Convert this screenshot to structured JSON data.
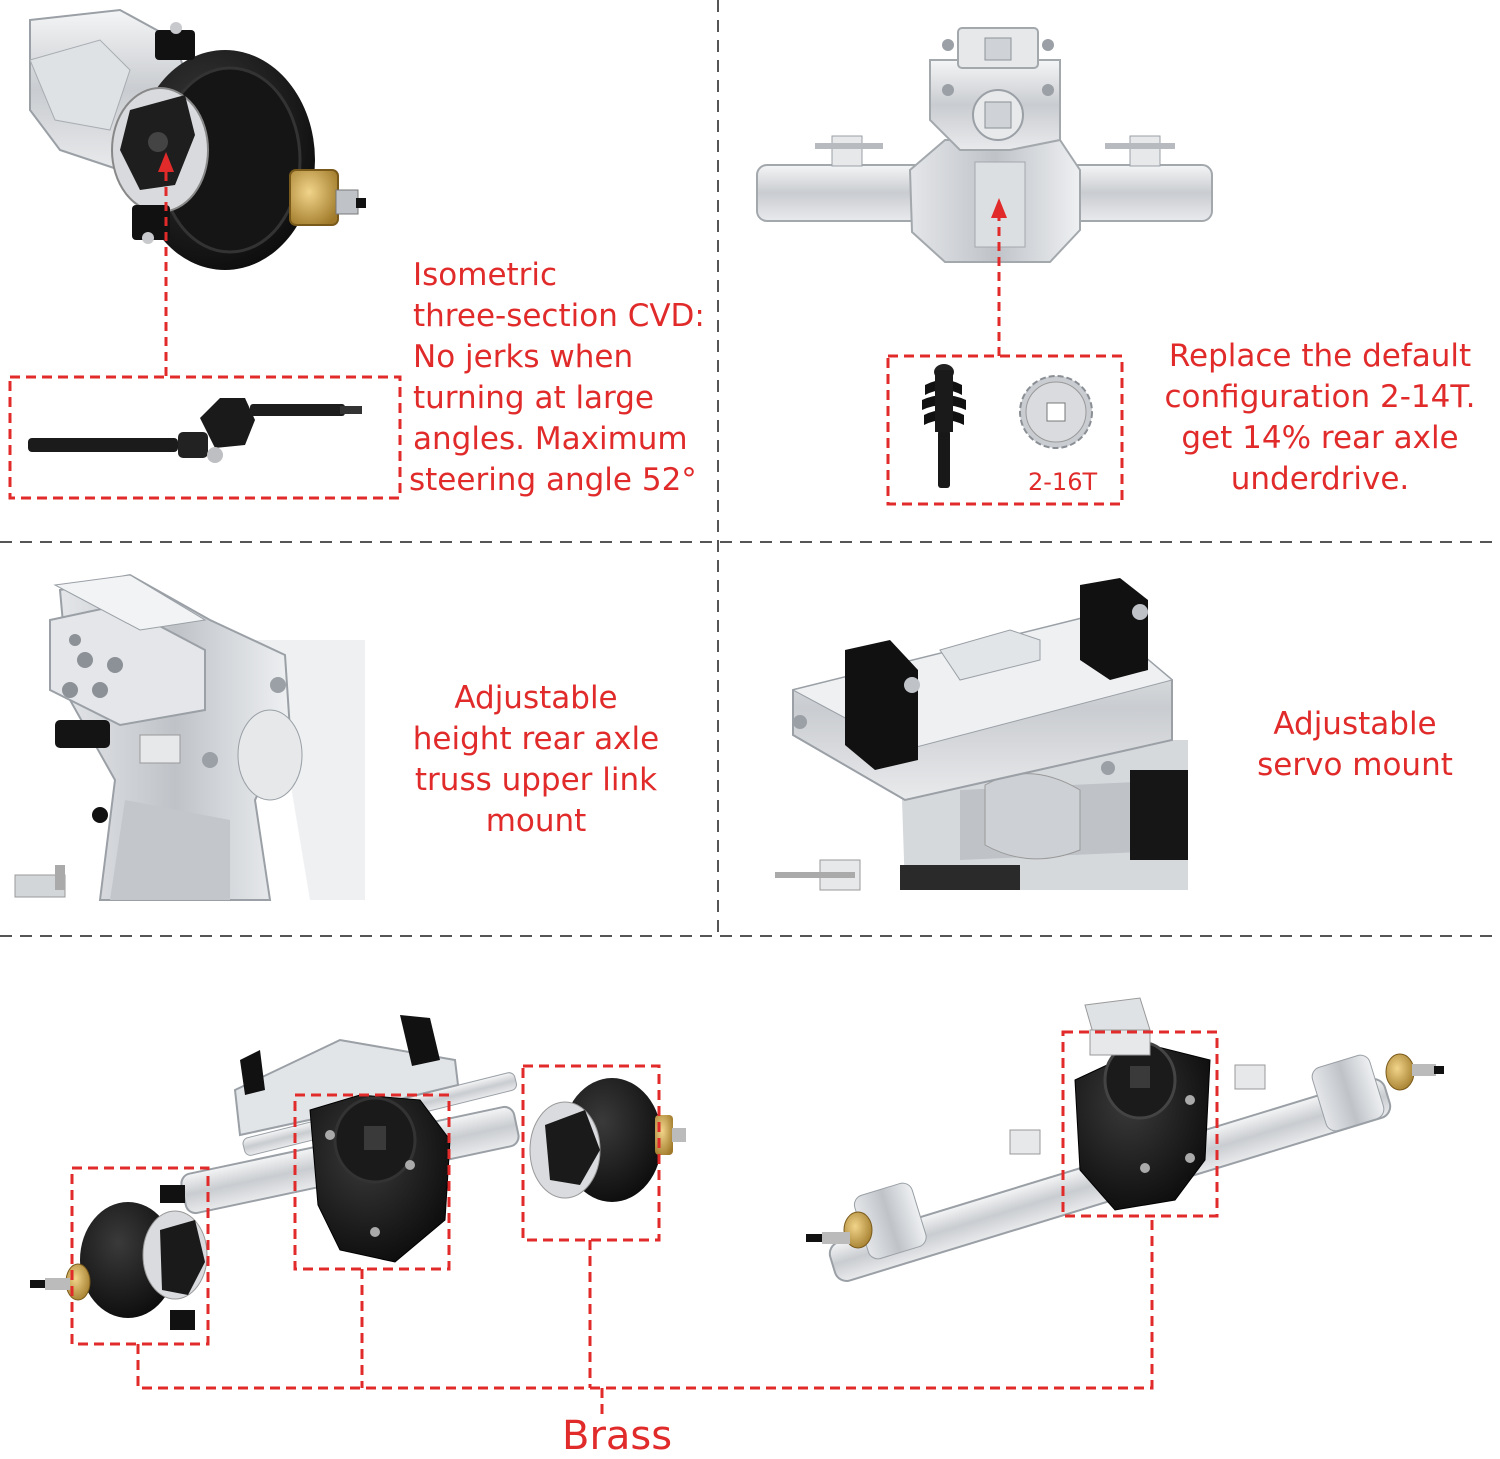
{
  "panels": {
    "cvd": {
      "caption_lines": [
        "Isometric",
        "three-section CVD:",
        "No jerks when",
        "turning at large",
        "angles. Maximum",
        "steering angle 52°"
      ]
    },
    "gear": {
      "caption_lines": [
        "Replace the default",
        "configuration 2-14T.",
        "get 14%  rear axle",
        "underdrive."
      ],
      "gear_label": "2-16T"
    },
    "link_mount": {
      "caption_lines": [
        "Adjustable",
        "height rear axle",
        "truss upper link",
        "mount"
      ]
    },
    "servo_mount": {
      "caption_lines": [
        "Adjustable",
        "servo  mount"
      ]
    },
    "brass": {
      "label": "Brass"
    }
  },
  "colors": {
    "accent_red": "#e12a2a",
    "divider": "#555555",
    "silver": "#cfd2d6",
    "black_part": "#1a1a1a",
    "brass": "#b8913d"
  }
}
